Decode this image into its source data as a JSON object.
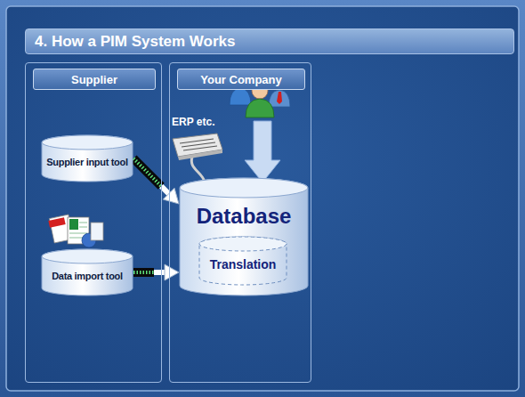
{
  "diagram": {
    "title": "4. How a PIM System Works",
    "nodes": [
      {
        "text": [
          "Supplier"
        ]
      },
      {
        "text": [
          "Your Company"
        ]
      },
      {
        "text": [
          "Supplier input tool"
        ],
        "in": 0
      },
      {
        "text": [
          "Data import tool"
        ],
        "in": 0
      },
      {
        "text": [
          "Database"
        ],
        "in": 1
      },
      {
        "text": [
          "Translation"
        ],
        "in": 4
      }
    ],
    "edges": [
      {
        "from": 2,
        "to": 4,
        "arrow": "to"
      },
      {
        "from": 3,
        "to": 4,
        "arrow": "to"
      }
    ],
    "labels": [
      "ERP etc."
    ]
  }
}
